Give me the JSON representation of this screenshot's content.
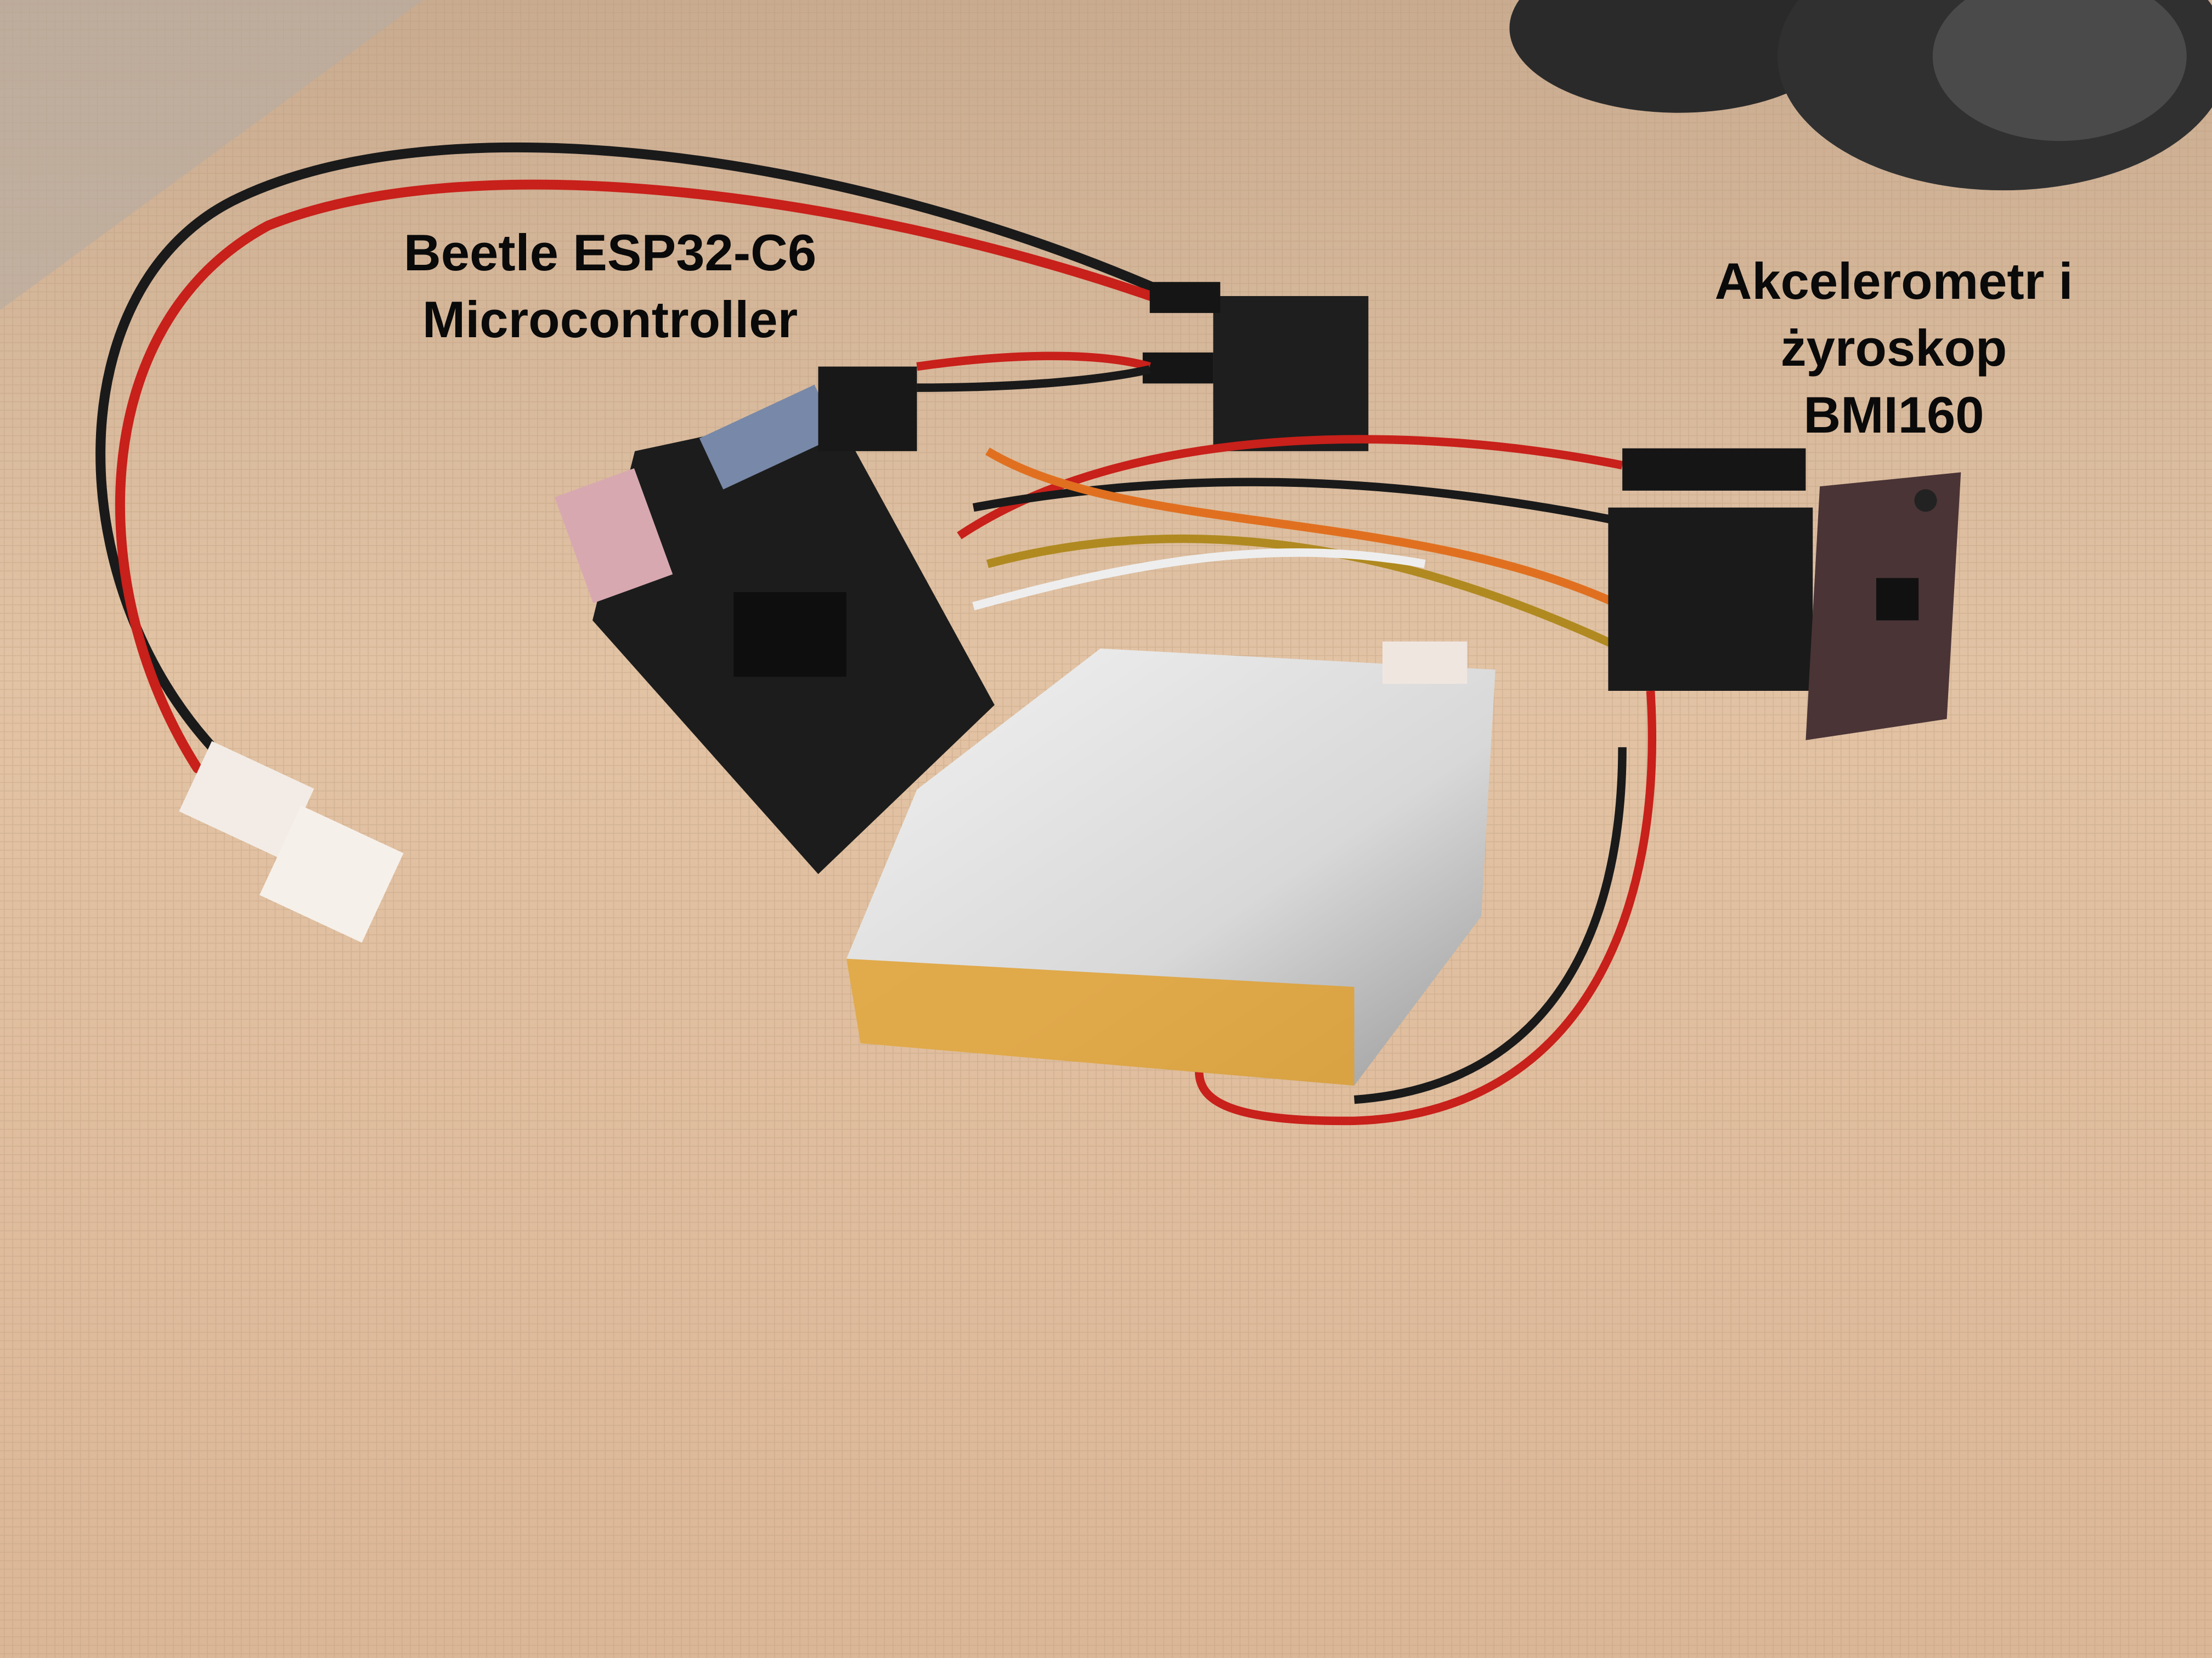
{
  "labels": {
    "microcontroller": {
      "line1": "Beetle ESP32-C6",
      "line2": "Microcontroller"
    },
    "imu": {
      "line1": "Akcelerometr i",
      "line2": "żyroskop",
      "line3": "BMI160"
    }
  },
  "colors": {
    "tablecloth": "#d9b89a",
    "wire_red": "#c8201a",
    "wire_black": "#1a1a1a",
    "pcb": "#1c1c1c",
    "imu_board": "#4a3436",
    "battery": "#dcdcdc",
    "kapton": "#e0a030"
  }
}
